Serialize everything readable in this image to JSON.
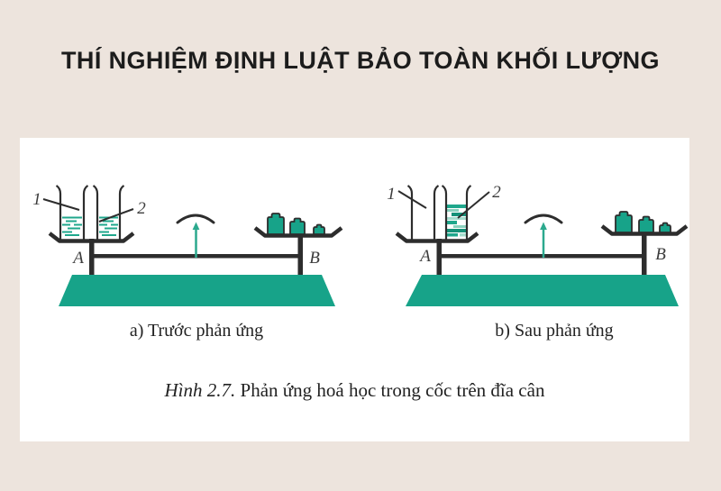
{
  "page": {
    "title": "THÍ NGHIỆM ĐỊNH LUẬT BẢO TOÀN KHỐI LƯỢNG"
  },
  "figure": {
    "caption_label": "Hình 2.7.",
    "caption_text": " Phản ứng hoá học trong cốc trên đĩa cân",
    "diagram_a": {
      "caption": "a) Trước phản ứng",
      "label_beaker1": "1",
      "label_beaker2": "2",
      "label_pan_left": "A",
      "label_pan_right": "B"
    },
    "diagram_b": {
      "caption": "b) Sau phản ứng",
      "label_beaker1": "1",
      "label_beaker2": "2",
      "label_pan_left": "A",
      "label_pan_right": "B"
    }
  },
  "colors": {
    "background": "#EDE4DD",
    "panel": "#FFFFFF",
    "teal": "#17A389",
    "liquid": "#1FA78C",
    "line": "#2D2D2D"
  }
}
